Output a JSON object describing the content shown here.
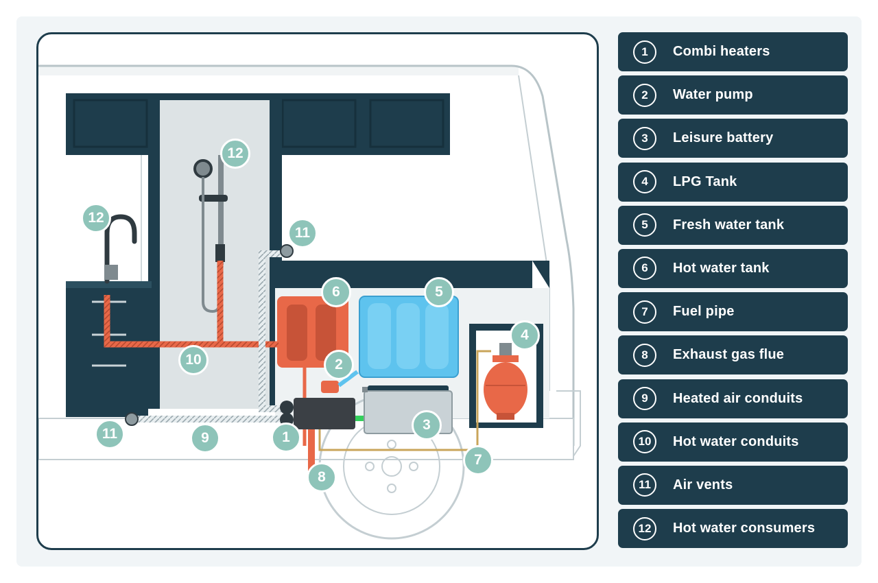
{
  "legend": {
    "items": [
      {
        "num": "1",
        "label": "Combi heaters"
      },
      {
        "num": "2",
        "label": "Water pump"
      },
      {
        "num": "3",
        "label": "Leisure battery"
      },
      {
        "num": "4",
        "label": "LPG Tank"
      },
      {
        "num": "5",
        "label": "Fresh water tank"
      },
      {
        "num": "6",
        "label": "Hot water tank"
      },
      {
        "num": "7",
        "label": "Fuel pipe"
      },
      {
        "num": "8",
        "label": "Exhaust gas flue"
      },
      {
        "num": "9",
        "label": "Heated air conduits"
      },
      {
        "num": "10",
        "label": "Hot water conduits"
      },
      {
        "num": "11",
        "label": "Air vents"
      },
      {
        "num": "12",
        "label": "Hot water consumers"
      }
    ]
  },
  "markers": {
    "combi_heater": "1",
    "water_pump": "2",
    "leisure_battery": "3",
    "lpg_tank": "4",
    "fresh_water_tank": "5",
    "hot_water_tank": "6",
    "fuel_pipe": "7",
    "exhaust_flue": "8",
    "heated_air_conduit": "9",
    "hot_water_conduit": "10",
    "air_vent_left": "11",
    "air_vent_right": "11",
    "sink_tap": "12",
    "shower": "12"
  },
  "colors": {
    "dark": "#1e3d4c",
    "marker": "#8ec4b9",
    "hot": "#e86848",
    "fresh_water": "#5ec3ee",
    "fuel": "#c9a55a",
    "exhaust_green": "#33d05c"
  }
}
